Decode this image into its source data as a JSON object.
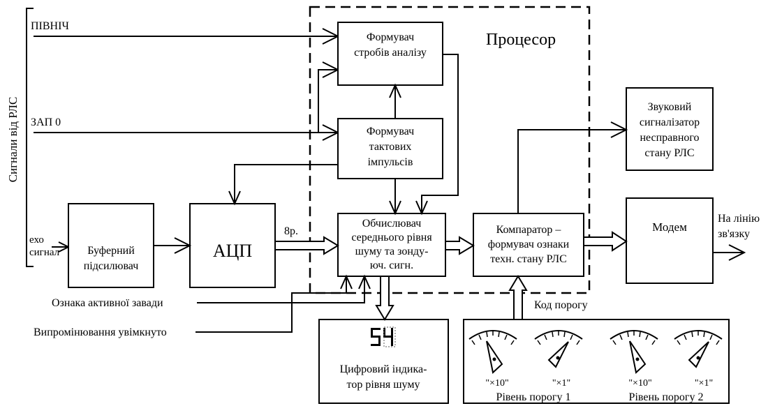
{
  "side_label": "Сигнали від РЛС",
  "processor_label": "Процесор",
  "inputs": {
    "north": "ПІВНІЧ",
    "zap": "ЗАП 0",
    "echo": [
      "ехо",
      "сигнал"
    ]
  },
  "blocks": {
    "strobe": [
      "Формувач",
      "стробів аналізу"
    ],
    "clock": [
      "Формувач",
      "тактових",
      "імпульсів"
    ],
    "buffer": [
      "Буферний",
      "підсилювач"
    ],
    "adc": "АЦП",
    "calc": [
      "Обчислювач",
      "середнього рівня",
      "шуму та зонду-",
      "юч. сигн."
    ],
    "comparator": [
      "Компаратор –",
      "формувач ознаки",
      "техн. стану РЛС"
    ],
    "sound": [
      "Звуковий",
      "сигналізатор",
      "несправного",
      "стану РЛС"
    ],
    "modem": "Модем",
    "indicator": [
      "Цифровий індика-",
      "тор рівня шуму"
    ]
  },
  "bus_label": "8р.",
  "line_out": [
    "На лінію",
    "зв'язку"
  ],
  "active_jam": "Ознака активної завади",
  "radiation_on": "Випромінювання увімкнуто",
  "threshold_code": "Код порогу",
  "indicator_value": "54",
  "knobs": [
    "\"×10\"",
    "\"×1\"",
    "\"×10\"",
    "\"×1\""
  ],
  "threshold_labels": [
    "Рівень порогу 1",
    "Рівень порогу 2"
  ]
}
